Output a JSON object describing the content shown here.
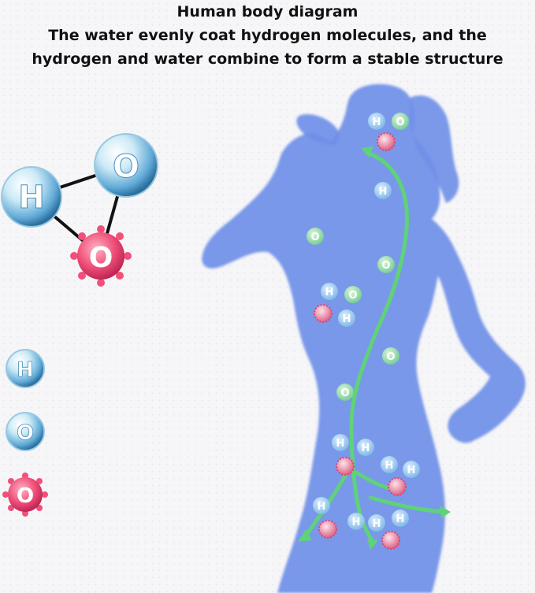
{
  "header": {
    "title": "Human body diagram",
    "line1": "The water evenly coat hydrogen molecules, and the",
    "line2": "hydrogen and water combine to form a stable structure"
  },
  "legend": {
    "hydrogen_symbol": "H",
    "oxygen_symbol": "O"
  },
  "labels": {
    "H": "H",
    "O": "O"
  },
  "colors": {
    "silhouette": "#6f8fe8",
    "arrow": "#5fd27a",
    "hydrogen": "#8fd0ea",
    "oxygen_blue": "#5fb2dc",
    "oxygen_red": "#f0507a"
  }
}
